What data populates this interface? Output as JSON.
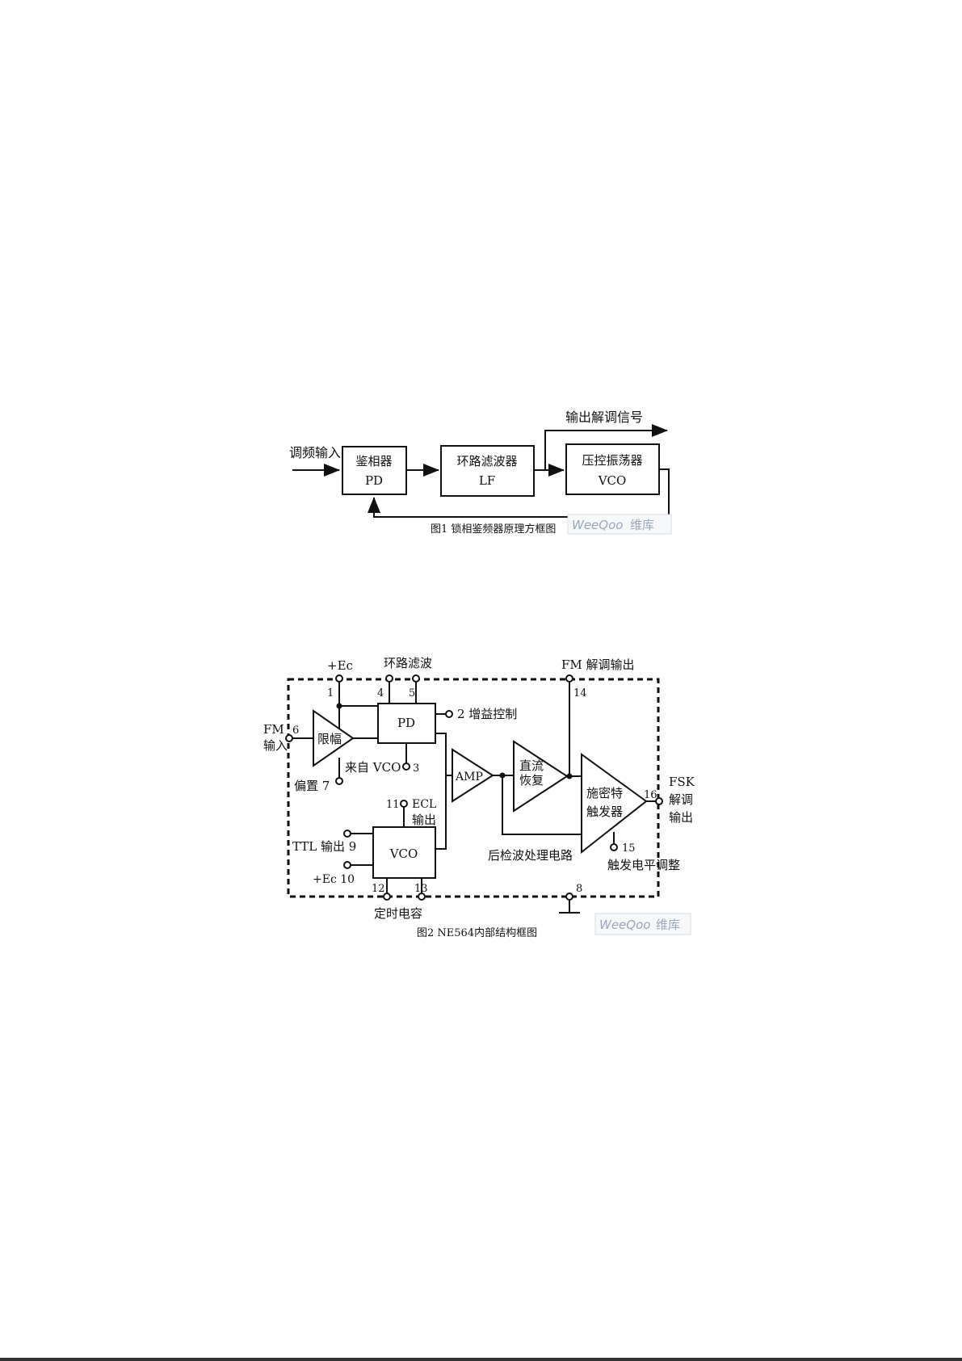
{
  "figure1": {
    "input_label": "调频输入",
    "pd_name": "鉴相器",
    "pd_abbr": "PD",
    "lf_name": "环路滤波器",
    "lf_abbr": "LF",
    "vco_name": "压控振荡器",
    "vco_abbr": "VCO",
    "output_label": "输出解调信号",
    "caption": "图1  锁相鉴频器原理方框图"
  },
  "figure2": {
    "pin_labels": {
      "plus_ec": "+Ec",
      "p1": "1",
      "loop_filter": "环路滤波",
      "p4": "4",
      "p5": "5",
      "fm_demod_out": "FM 解调输出",
      "p14": "14",
      "fm_in_a": "FM",
      "fm_in_b": "输入",
      "p6": "6",
      "gain_control": "2 增益控制",
      "from_vco": "来自 VCO",
      "p3": "3",
      "bias": "偏置 7",
      "p11_ecl": "11",
      "ecl": "ECL",
      "ecl_out": "输出",
      "ttl_out": "TTL 输出 9",
      "ec10": "+Ec 10",
      "p12": "12",
      "p13": "13",
      "timing_cap": "定时电容",
      "p8": "8",
      "post_detect": "后检波处理电路",
      "p15": "15",
      "trigger_adjust": "触发电平调整",
      "p16": "16",
      "fsk": "FSK",
      "fsk_demod": "解调",
      "fsk_out": "输出"
    },
    "blocks": {
      "limiter": "限幅",
      "pd": "PD",
      "vco": "VCO",
      "amp": "AMP",
      "dc_restore_1": "直流",
      "dc_restore_2": "恢复",
      "schmitt_1": "施密特",
      "schmitt_2": "触发器"
    },
    "caption": "图2  NE564内部结构框图"
  },
  "watermark": {
    "brand": "WeeQoo",
    "suffix": "维库"
  }
}
